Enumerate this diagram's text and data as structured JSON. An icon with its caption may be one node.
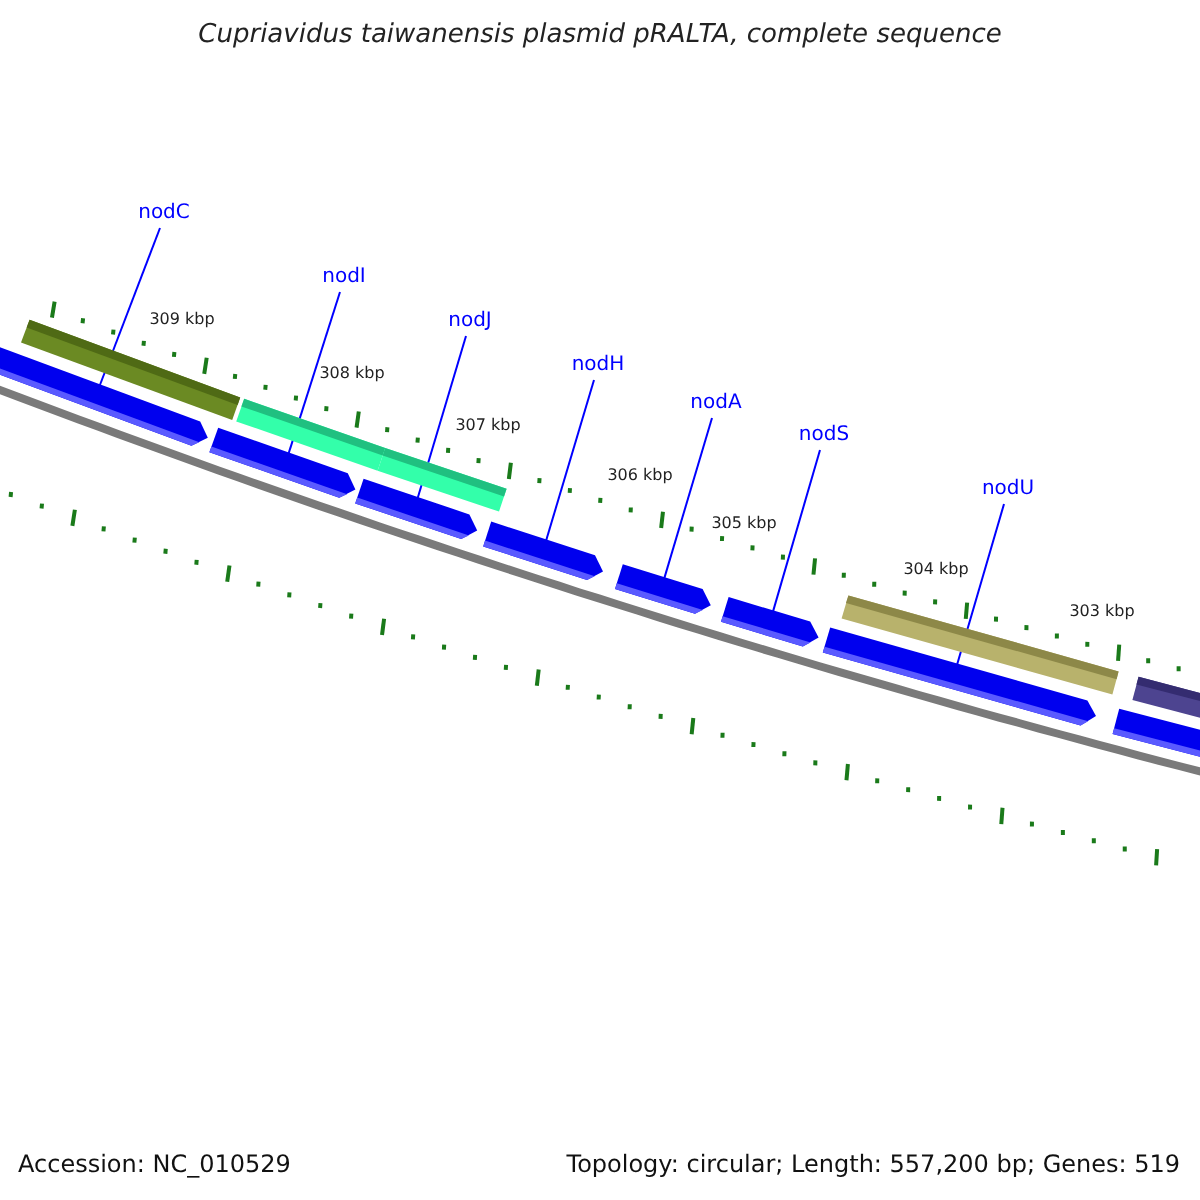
{
  "diagram": {
    "title": "Cupriavidus taiwanensis plasmid pRALTA, complete sequence",
    "nodes": [
      {
        "text": [
          "nodC"
        ]
      },
      {
        "text": [
          "nodI"
        ]
      },
      {
        "text": [
          "nodJ"
        ]
      },
      {
        "text": [
          "nodH"
        ]
      },
      {
        "text": [
          "nodA"
        ]
      },
      {
        "text": [
          "nodS"
        ]
      },
      {
        "text": [
          "nodU"
        ]
      },
      {
        "text": [],
        "shape": "bar"
      },
      {
        "text": [],
        "shape": "bar"
      },
      {
        "text": [],
        "shape": "bar"
      },
      {
        "text": [],
        "shape": "bar"
      },
      {
        "text": [],
        "shape": "bar"
      },
      {
        "text": [],
        "shape": "bar"
      },
      {
        "text": [],
        "shape": "bar"
      },
      {
        "text": [],
        "shape": "bar"
      }
    ],
    "edges": [
      {
        "from": 0,
        "to": 7,
        "arrow": "none"
      },
      {
        "from": 1,
        "to": 8,
        "arrow": "none"
      },
      {
        "from": 2,
        "to": 9,
        "arrow": "none"
      },
      {
        "from": 3,
        "to": 10,
        "arrow": "none"
      },
      {
        "from": 4,
        "to": 11,
        "arrow": "none"
      },
      {
        "from": 5,
        "to": 12,
        "arrow": "none"
      },
      {
        "from": 6,
        "to": 13,
        "arrow": "none"
      }
    ],
    "labels": [
      "309 kbp",
      "308 kbp",
      "307 kbp",
      "306 kbp",
      "305 kbp",
      "304 kbp",
      "303 kbp",
      "Accession: NC_010529",
      "Topology: circular; Length: 557,200 bp; Genes: 519"
    ]
  }
}
